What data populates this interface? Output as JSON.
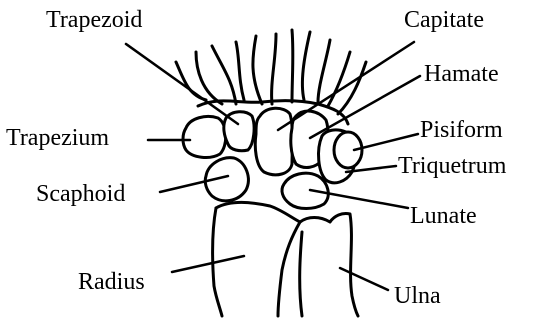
{
  "diagram": {
    "labels": {
      "trapezoid": "Trapezoid",
      "capitate": "Capitate",
      "hamate": "Hamate",
      "trapezium": "Trapezium",
      "pisiform": "Pisiform",
      "triquetrum": "Triquetrum",
      "scaphoid": "Scaphoid",
      "lunate": "Lunate",
      "radius": "Radius",
      "ulna": "Ulna"
    },
    "colors": {
      "line": "#000000",
      "background": "#ffffff"
    }
  }
}
